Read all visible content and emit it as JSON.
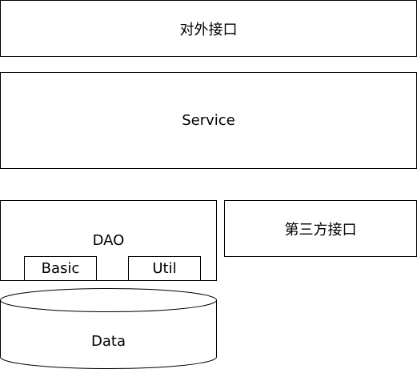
{
  "diagram": {
    "external_interface": {
      "label": "对外接口"
    },
    "service": {
      "label": "Service"
    },
    "dao": {
      "label": "DAO",
      "modules": [
        {
          "label": "Basic"
        },
        {
          "label": "Util"
        }
      ]
    },
    "third_party_interface": {
      "label": "第三方接口"
    },
    "data_store": {
      "label": "Data"
    }
  },
  "colors": {
    "stroke": "#000000",
    "fill": "#ffffff",
    "text": "#000000"
  }
}
